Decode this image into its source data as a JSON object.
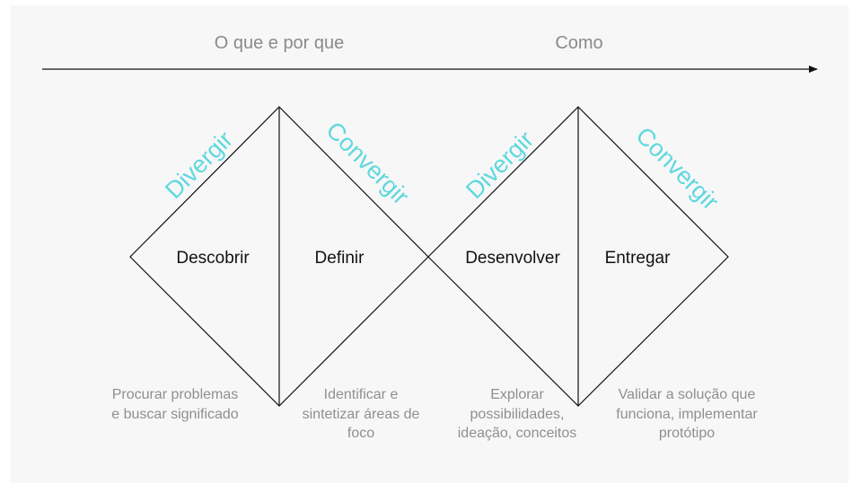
{
  "timeline": {
    "phase_1": "O que e por que",
    "phase_2": "Como"
  },
  "stages": [
    {
      "name": "Descobrir",
      "mode": "Divergir",
      "description": [
        "Procurar problemas",
        "e buscar significado"
      ]
    },
    {
      "name": "Definir",
      "mode": "Convergir",
      "description": [
        "Identificar e",
        "sintetizar áreas de",
        "foco"
      ]
    },
    {
      "name": "Desenvolver",
      "mode": "Divergir",
      "description": [
        "Explorar",
        "possibilidades,",
        "ideação, conceitos"
      ]
    },
    {
      "name": "Entregar",
      "mode": "Convergir",
      "description": [
        "Validar a solução que",
        "funciona, implementar",
        "protótipo"
      ]
    }
  ],
  "colors": {
    "background": "#f7f7f7",
    "line": "#111111",
    "mode_text": "#5ed8df",
    "phase_text": "#8a8a8a",
    "description_text": "#8f8f8f"
  }
}
